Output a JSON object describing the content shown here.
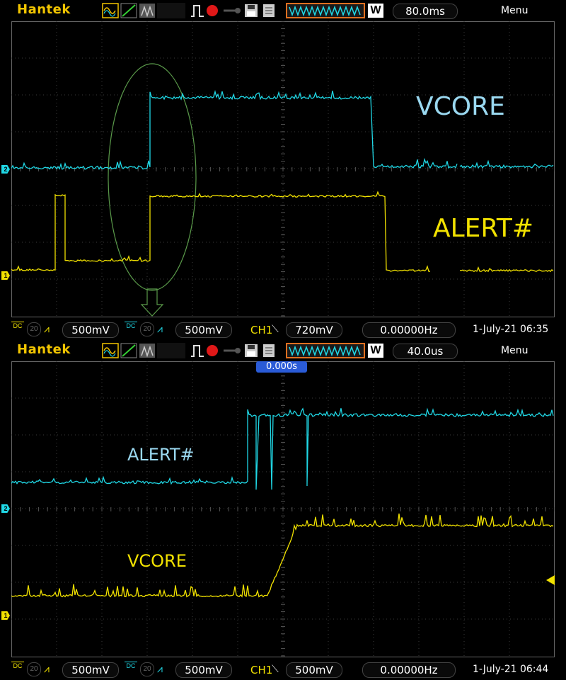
{
  "brand": "Hantek",
  "menu_label": "Menu",
  "colors": {
    "ch1": "#f2e200",
    "ch2": "#20d8e6",
    "grid": "#555555",
    "brand": "#f2c500"
  },
  "icons": [
    "waveform-mode-icon",
    "ramp-icon",
    "persist-icon",
    "single-shot-icon",
    "record-icon",
    "key-icon",
    "save-icon",
    "print-icon",
    "trigger-waveform-icon"
  ],
  "w_label": "W",
  "panels": [
    {
      "timebase": "80.0ms",
      "channel_labels": {
        "ch2_text": "VCORE",
        "ch1_text": "ALERT#"
      },
      "bottom": {
        "ch1_volts": "500mV",
        "ch2_volts": "500mV",
        "trig_ch": "CH1",
        "trig_level": "720mV",
        "frequency": "0.00000Hz",
        "datetime": "1-July-21 06:35",
        "dc1": "DC",
        "dc2": "DC",
        "bw1": "20",
        "bw2": "20"
      },
      "markers": {
        "ch2": "2",
        "ch1": "1"
      }
    },
    {
      "timebase": "40.0us",
      "trigger_offset": "0.000s",
      "channel_labels": {
        "ch2_text": "ALERT#",
        "ch1_text": "VCORE"
      },
      "bottom": {
        "ch1_volts": "500mV",
        "ch2_volts": "500mV",
        "trig_ch": "CH1",
        "trig_level": "500mV",
        "frequency": "0.00000Hz",
        "datetime": "1-July-21 06:44",
        "dc1": "DC",
        "dc2": "DC",
        "bw1": "20",
        "bw2": "20"
      },
      "markers": {
        "ch2": "2",
        "ch1": "1"
      }
    }
  ]
}
